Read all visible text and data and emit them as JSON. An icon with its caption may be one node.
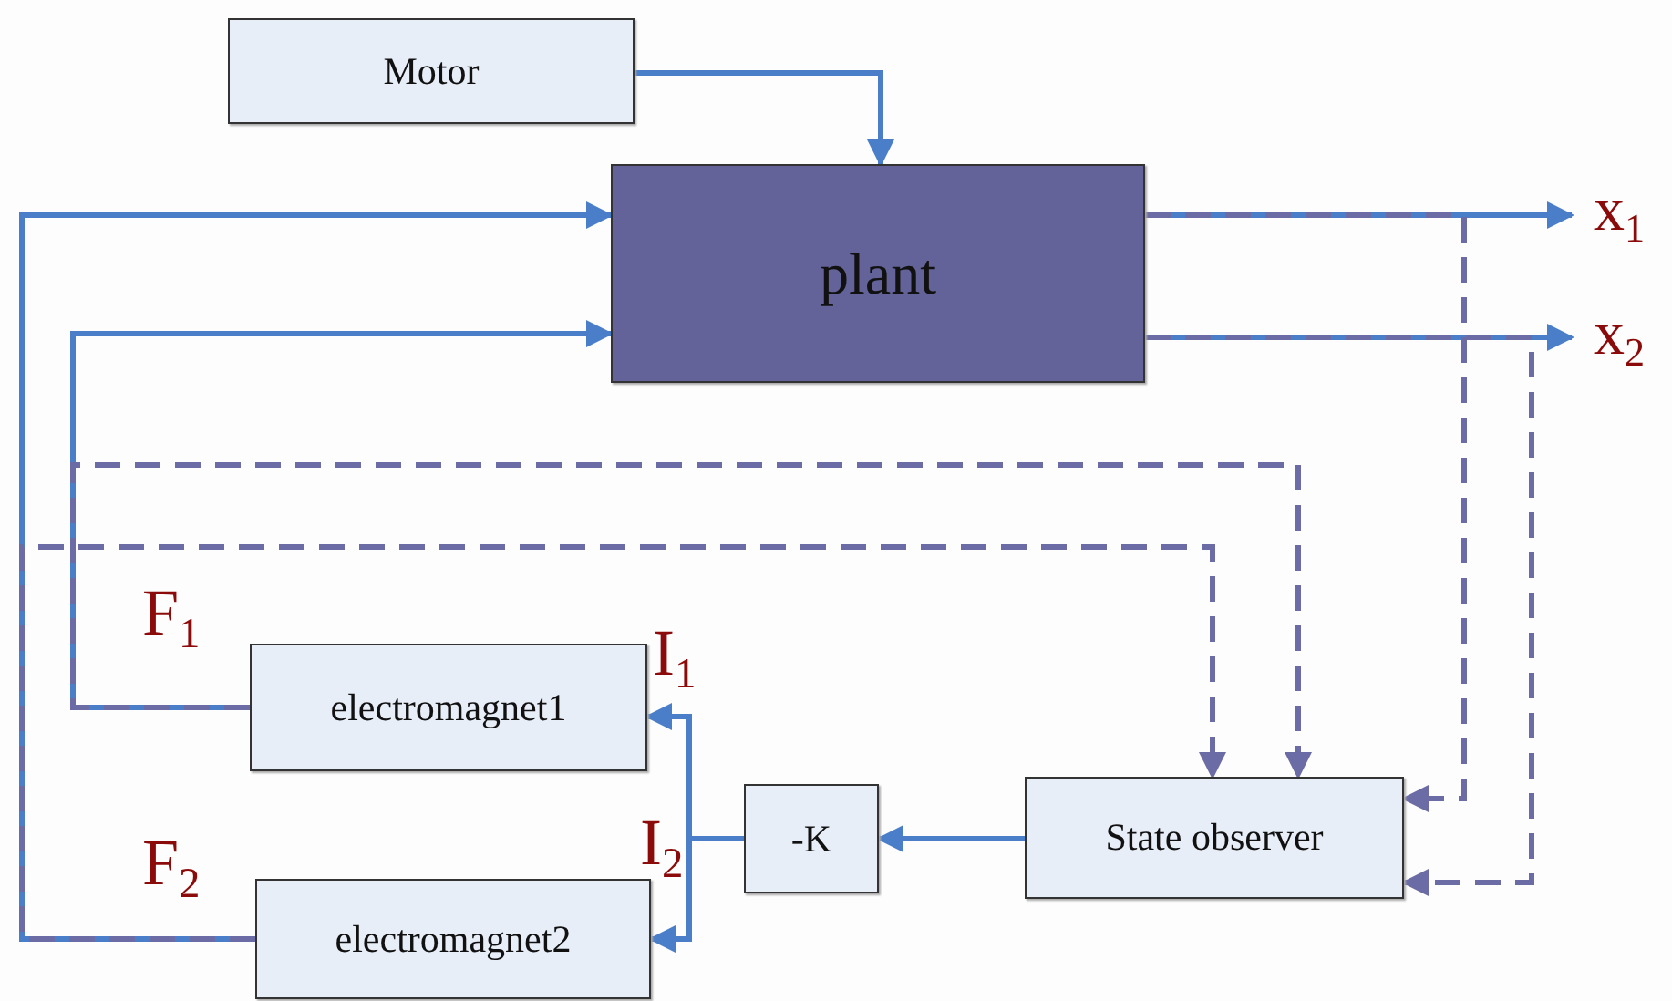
{
  "diagram": {
    "nodes": [
      {
        "text": [
          "Motor"
        ]
      },
      {
        "text": [
          "plant"
        ]
      },
      {
        "text": [
          "x$_{1}$"
        ]
      },
      {
        "text": [
          "x$_{2}$"
        ]
      },
      {
        "text": [
          "electromagnet1"
        ]
      },
      {
        "text": [
          "electromagnet2"
        ]
      },
      {
        "text": [
          "-K"
        ]
      },
      {
        "text": [
          "State observer"
        ]
      }
    ],
    "edges": [
      {
        "from": 0,
        "to": 1,
        "arrow": "to"
      },
      {
        "from": 5,
        "to": 1,
        "arrow": "to",
        "label": "F$_{2}$"
      },
      {
        "from": 4,
        "to": 1,
        "arrow": "to",
        "label": "F$_{1}$"
      },
      {
        "from": 1,
        "to": 2,
        "arrow": "to"
      },
      {
        "from": 1,
        "to": 3,
        "arrow": "to"
      },
      {
        "from": 7,
        "to": 6,
        "arrow": "to"
      },
      {
        "from": 6,
        "to": 4,
        "arrow": "to",
        "label": "I$_{1}$"
      },
      {
        "from": 6,
        "to": 5,
        "arrow": "to",
        "label": "I$_{2}$"
      },
      {
        "from": 1,
        "to": 7,
        "arrow": "to",
        "style": "dashed",
        "color": "#6b6ba6"
      },
      {
        "from": 1,
        "to": 7,
        "arrow": "to",
        "style": "dashed",
        "color": "#6b6ba6"
      },
      {
        "from": 4,
        "to": 7,
        "arrow": "to",
        "style": "dashed",
        "color": "#6b6ba6"
      },
      {
        "from": 5,
        "to": 7,
        "arrow": "to",
        "style": "dashed",
        "color": "#6b6ba6"
      }
    ]
  }
}
